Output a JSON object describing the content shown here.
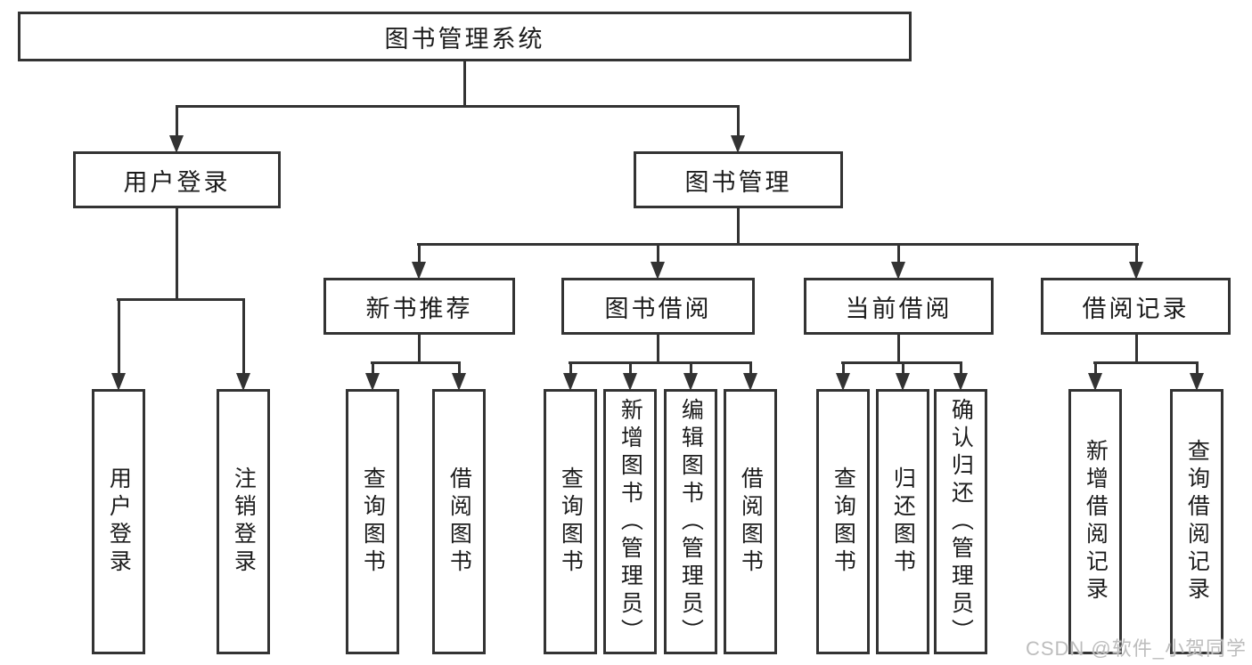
{
  "diagram": {
    "title": "图书管理系统",
    "branches": [
      {
        "label": "用户登录",
        "leaves": [
          "用户登录",
          "注销登录"
        ]
      },
      {
        "label": "图书管理",
        "groups": [
          {
            "label": "新书推荐",
            "leaves": [
              "查询图书",
              "借阅图书"
            ]
          },
          {
            "label": "图书借阅",
            "leaves": [
              "查询图书",
              "新增图书（管理员）",
              "编辑图书（管理员）",
              "借阅图书"
            ]
          },
          {
            "label": "当前借阅",
            "leaves": [
              "查询图书",
              "归还图书",
              "确认归还（管理员）"
            ]
          },
          {
            "label": "借阅记录",
            "leaves": [
              "新增借阅记录",
              "查询借阅记录"
            ]
          }
        ]
      }
    ]
  },
  "watermark": {
    "text": "CSDN @软件_小贺同学",
    "color": "#bdbdbd"
  },
  "colors": {
    "line": "#333333",
    "text": "#1c1c1c",
    "background": "#ffffff"
  }
}
